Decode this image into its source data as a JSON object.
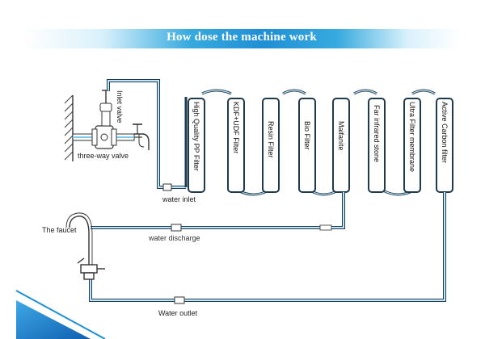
{
  "title": "How dose the machine work",
  "labels": {
    "inlet_valve": "Inlet valve",
    "three_way_valve": "three-way valve",
    "water_inlet": "water inlet",
    "the_faucet": "The faucet",
    "water_discharge": "water discharge",
    "water_outlet": "Water outlet"
  },
  "filters": [
    "High Quality PP Filter",
    "KDF+UDF Filter",
    "Resin Filter",
    "Bio Filter",
    "Maifanite",
    "Far infrared stone",
    "Ultra Filter membrane",
    "Active Carbon filter"
  ],
  "colors": {
    "pipe": "#7ec8ea",
    "pipe_dark": "#1e3a4f",
    "accent": "#1f8fd4"
  }
}
